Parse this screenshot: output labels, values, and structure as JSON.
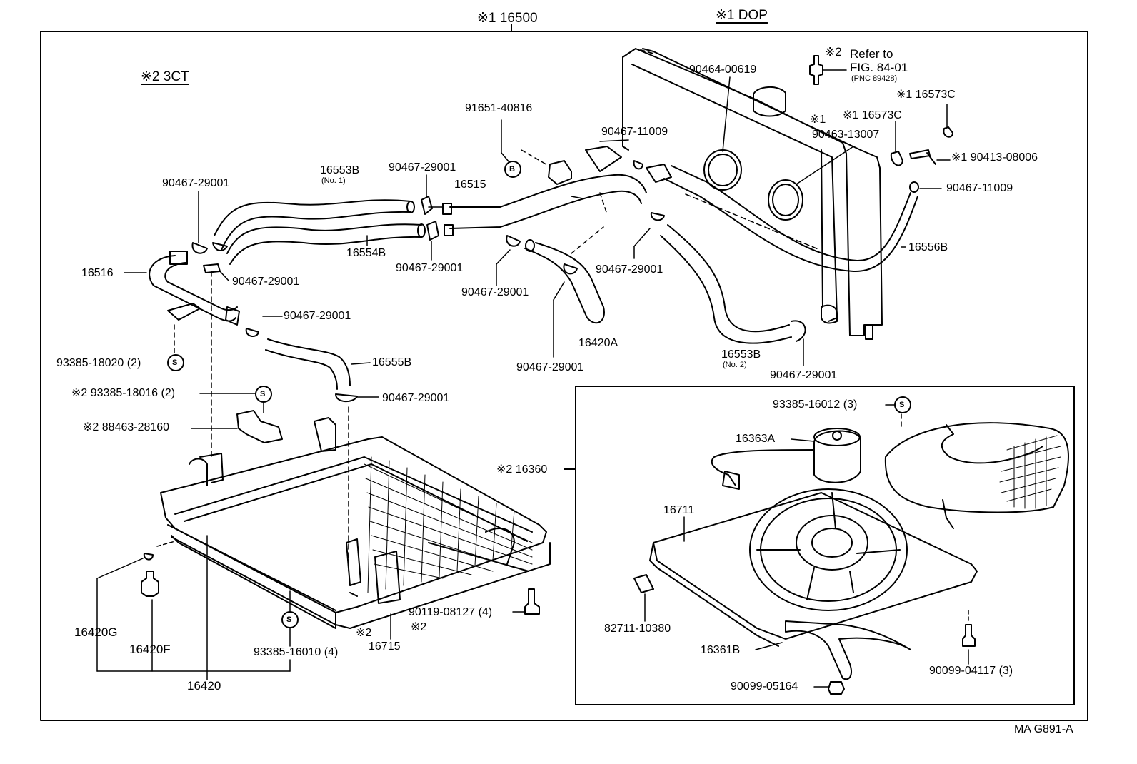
{
  "figure_code": "MA G891-A",
  "header": {
    "assembly": "※1 16500",
    "dop": "※1 DOP",
    "variant_3ct": "※2 3CT"
  },
  "refer": {
    "mark": "※2",
    "line1": "Refer to",
    "line2": "FIG. 84-01",
    "line3": "(PNC 89428)"
  },
  "labels": {
    "p90464_00619": "90464-00619",
    "p16573c_a": "※1 16573C",
    "p16573c_b": "※1 16573C",
    "p90463_mark": "※1",
    "p90463_13007": "90463-13007",
    "p90413_08006": "※1 90413-08006",
    "p90467_11009_a": "90467-11009",
    "p90467_11009_b": "90467-11009",
    "p91651_40816": "91651-40816",
    "b_marker": "B",
    "s_marker": "S",
    "p16553b_no1": "16553B",
    "p16553b_no1_sub": "(No. 1)",
    "p90467_29001_1": "90467-29001",
    "p90467_29001_2": "90467-29001",
    "p90467_29001_3": "90467-29001",
    "p90467_29001_4": "90467-29001",
    "p90467_29001_5": "90467-29001",
    "p90467_29001_6": "90467-29001",
    "p90467_29001_7": "90467-29001",
    "p90467_29001_8": "90467-29001",
    "p90467_29001_9": "90467-29001",
    "p90467_29001_10": "90467-29001",
    "p16515": "16515",
    "p16554b": "16554B",
    "p16516": "16516",
    "p16556b": "16556B",
    "p16420a": "16420A",
    "p16553b_no2": "16553B",
    "p16553b_no2_sub": "(No. 2)",
    "p16555b": "16555B",
    "p93385_18020": "93385-18020 (2)",
    "p93385_18016": "※2 93385-18016 (2)",
    "p88463_28160": "※2 88463-28160",
    "p16360": "※2 16360",
    "p93385_16012": "93385-16012 (3)",
    "p16363a": "16363A",
    "p16711": "16711",
    "p82711_10380": "82711-10380",
    "p16361b": "16361B",
    "p90099_05164": "90099-05164",
    "p90099_04117": "90099-04117 (3)",
    "p90119_08127": "90119-08127 (4)",
    "mark2_a": "※2",
    "mark2_b": "※2",
    "p16715": "16715",
    "p93385_16010": "93385-16010 (4)",
    "p16420g": "16420G",
    "p16420f": "16420F",
    "p16420": "16420"
  }
}
